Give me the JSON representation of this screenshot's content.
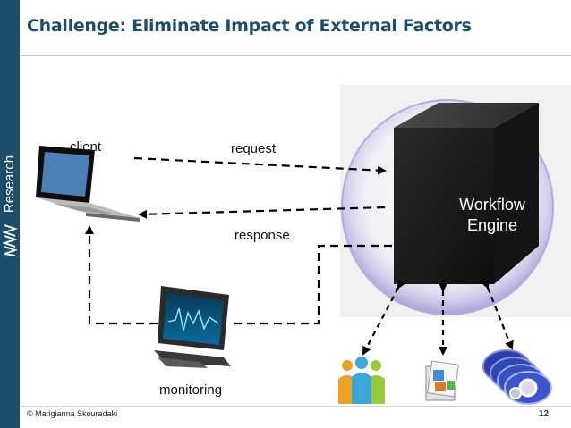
{
  "slide": {
    "title": "Challenge: Eliminate Impact of External Factors",
    "brand": "Research",
    "footer": "© Marigianna Skouradaki",
    "page_number": "12"
  },
  "diagram": {
    "client_label": "client",
    "request_label": "request",
    "response_label": "response",
    "monitoring_label": "monitoring",
    "engine_label_line1": "Workflow",
    "engine_label_line2": "Engine"
  },
  "icons": [
    "laptop-icon",
    "monitor-icon",
    "users-icon",
    "files-icon",
    "disks-gears-icon",
    "black-box-cube"
  ],
  "colors": {
    "sidebar": "#1d4d6d",
    "title": "#1d4d6d",
    "cube": "#1a1a1a"
  }
}
